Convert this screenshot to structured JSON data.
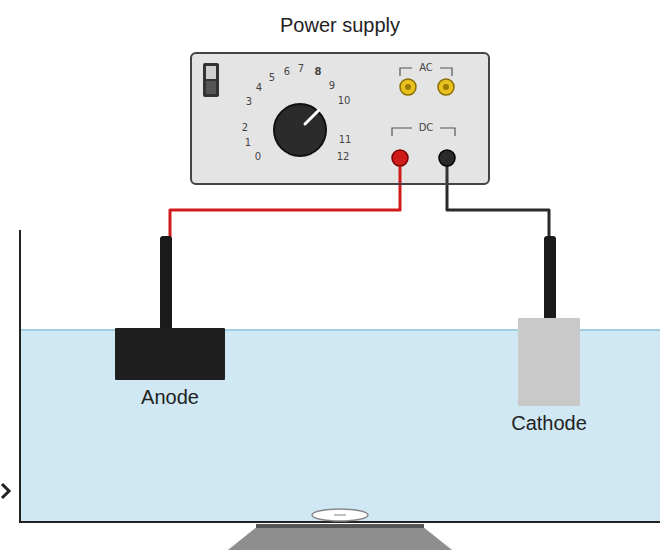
{
  "diagram": {
    "nodes": [
      {
        "text": [
          "Power supply"
        ]
      },
      {
        "text": [
          "Anode"
        ]
      },
      {
        "text": [
          "Cathode"
        ]
      }
    ],
    "edges": [
      {
        "from": 0,
        "to": 1,
        "arrow": "none"
      },
      {
        "from": 0,
        "to": 2,
        "arrow": "none"
      }
    ],
    "labels": [
      "0",
      "1",
      "2",
      "3",
      "4",
      "5",
      "6",
      "7",
      "8",
      "9",
      "10",
      "11",
      "12",
      "AC",
      "DC"
    ]
  }
}
